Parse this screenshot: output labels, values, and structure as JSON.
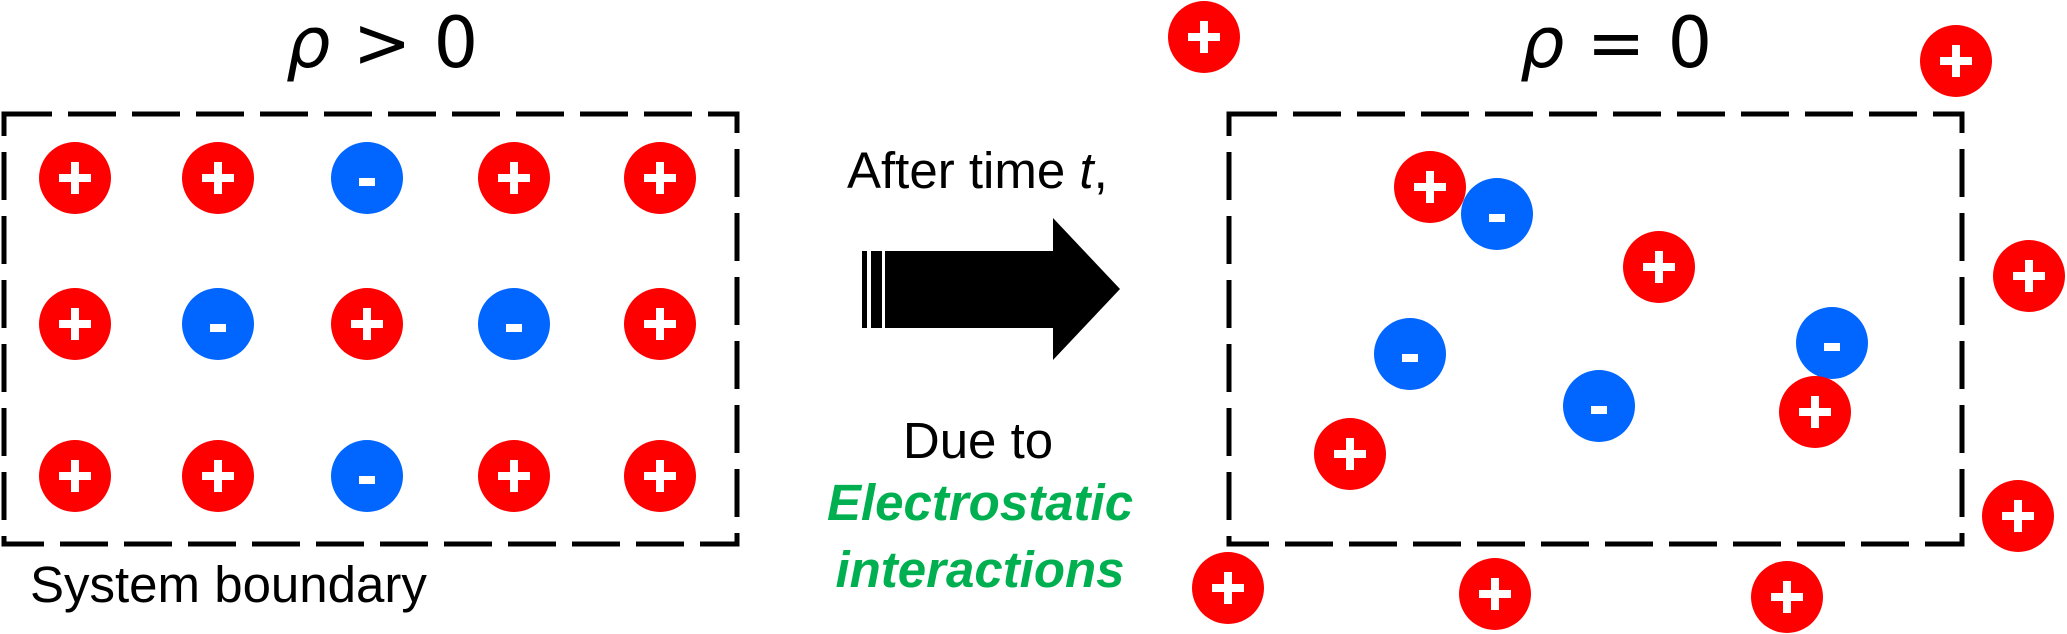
{
  "colors": {
    "positive": "#FF0000",
    "negative": "#0066FF",
    "sign": "#FFFFFF",
    "boundary": "#000000",
    "mechanism_text": "#00B050"
  },
  "left_panel": {
    "title_symbol": "ρ",
    "title_relation": " > 0",
    "boundary_label": "System boundary",
    "grid": [
      [
        "+",
        "+",
        "-",
        "+",
        "+"
      ],
      [
        "+",
        "-",
        "+",
        "-",
        "+"
      ],
      [
        "+",
        "+",
        "-",
        "+",
        "+"
      ]
    ]
  },
  "transition": {
    "line1_text": "After time ",
    "line1_var": "t",
    "line1_suffix": ",",
    "line2": "Due to",
    "mechanism_line1": "Electrostatic",
    "mechanism_line2": "interactions",
    "arrow_icon": "right-arrow-icon"
  },
  "right_panel": {
    "title_symbol": "ρ",
    "title_relation": " = 0",
    "particles_inside": [
      {
        "charge": "+",
        "pos": "upper-left"
      },
      {
        "charge": "-",
        "pos": "upper-left"
      },
      {
        "charge": "+",
        "pos": "upper-center"
      },
      {
        "charge": "-",
        "pos": "middle-left"
      },
      {
        "charge": "-",
        "pos": "middle-right"
      },
      {
        "charge": "-",
        "pos": "lower-center"
      },
      {
        "charge": "+",
        "pos": "lower-right"
      },
      {
        "charge": "+",
        "pos": "lower-left"
      }
    ],
    "particles_outside": [
      {
        "charge": "+",
        "pos": "top-left"
      },
      {
        "charge": "+",
        "pos": "top-right"
      },
      {
        "charge": "+",
        "pos": "right-upper"
      },
      {
        "charge": "+",
        "pos": "right-lower"
      },
      {
        "charge": "+",
        "pos": "bottom-left"
      },
      {
        "charge": "+",
        "pos": "bottom-center"
      },
      {
        "charge": "+",
        "pos": "bottom-right"
      }
    ]
  }
}
